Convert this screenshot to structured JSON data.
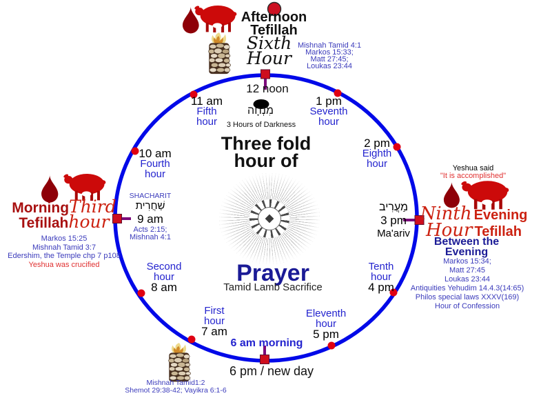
{
  "center": {
    "noon": "12 noon",
    "minchah_hebrew": "מִנְחָה",
    "darkness": "3 Hours of Darkness",
    "title_line1": "Three fold",
    "title_line2": "hour of",
    "prayer": "Prayer",
    "subtitle": "Tamid Lamb Sacrifice",
    "morning_marker": "6 am morning",
    "new_day": "6 pm / new day"
  },
  "hours": {
    "h11am": {
      "time": "11 am",
      "name1": "Fifth",
      "name2": "hour"
    },
    "h1pm": {
      "time": "1 pm",
      "name1": "Seventh",
      "name2": "hour"
    },
    "h2pm": {
      "time": "2 pm",
      "name1": "Eighth",
      "name2": "hour"
    },
    "h10am": {
      "time": "10 am",
      "name1": "Fourth",
      "name2": "hour"
    },
    "h4pm": {
      "time": "4 pm",
      "name1": "Tenth",
      "name2": "hour"
    },
    "h8am": {
      "time": "8 am",
      "name1": "Second",
      "name2": "hour"
    },
    "h5pm": {
      "time": "5 pm",
      "name1": "Eleventh",
      "name2": "hour"
    },
    "h7am": {
      "time": "7 am",
      "name1": "First",
      "name2": "hour"
    }
  },
  "shacharit": {
    "label": "SHACHARIT",
    "hebrew": "שַׁחֲרִית",
    "time": "9 am",
    "refs": [
      "Acts 2:15;",
      "Mishnah 4:1"
    ]
  },
  "maariv": {
    "hebrew": "מַעֲרִיב",
    "time": "3 pm",
    "translit": "Ma'ariv"
  },
  "afternoon": {
    "line1": "Afternoon",
    "line2": "Tefillah",
    "hour1": "Sixth",
    "hour2": "Hour",
    "refs": [
      "Mishnah Tamid 4:1",
      "Markos 15:33;",
      "Matt 27:45;",
      "Loukas 23:44"
    ]
  },
  "morning": {
    "line1": "Morning",
    "line2": "Tefillah",
    "hour1": "Third",
    "hour2": "hour",
    "refs": [
      "Markos 15:25",
      "Mishnah Tamid 3:7",
      "Edershim, the Temple chp 7 p108"
    ],
    "note": "Yeshua was crucified"
  },
  "evening": {
    "said1": "Yeshua said",
    "said2": "\"It is accomplished\"",
    "hour1": "Ninth",
    "hour2": "Hour",
    "line1": "Evening",
    "line2": "Tefillah",
    "between1": "Between the",
    "between2": "Evening",
    "refs": [
      "Markos 15:34;",
      "Matt 27:45",
      "Loukas 23:44",
      "Antiquities Yehudim 14.4.3(14:65)",
      "Philos special laws XXXV(169)",
      "Hour of Confession"
    ]
  },
  "altar": {
    "refs": [
      "Mishnah Tamid1:2",
      "Shemot 29:38-42; Vayikra 6:1-6"
    ]
  },
  "colors": {
    "dial_circle": "#0009E8",
    "hour_dot": "#DF0012",
    "tick_square": "#CE0E1E",
    "tick_line": "#7B0B7B",
    "hour_label_blue": "#2323CE",
    "reference_blue": "#3A3ABB",
    "navy_text": "#1B1B96",
    "dark_red_text": "#A81010",
    "bright_red_text": "#CC2211",
    "sheep_red": "#CC0A0A",
    "blood_drop": "#8E0008"
  }
}
